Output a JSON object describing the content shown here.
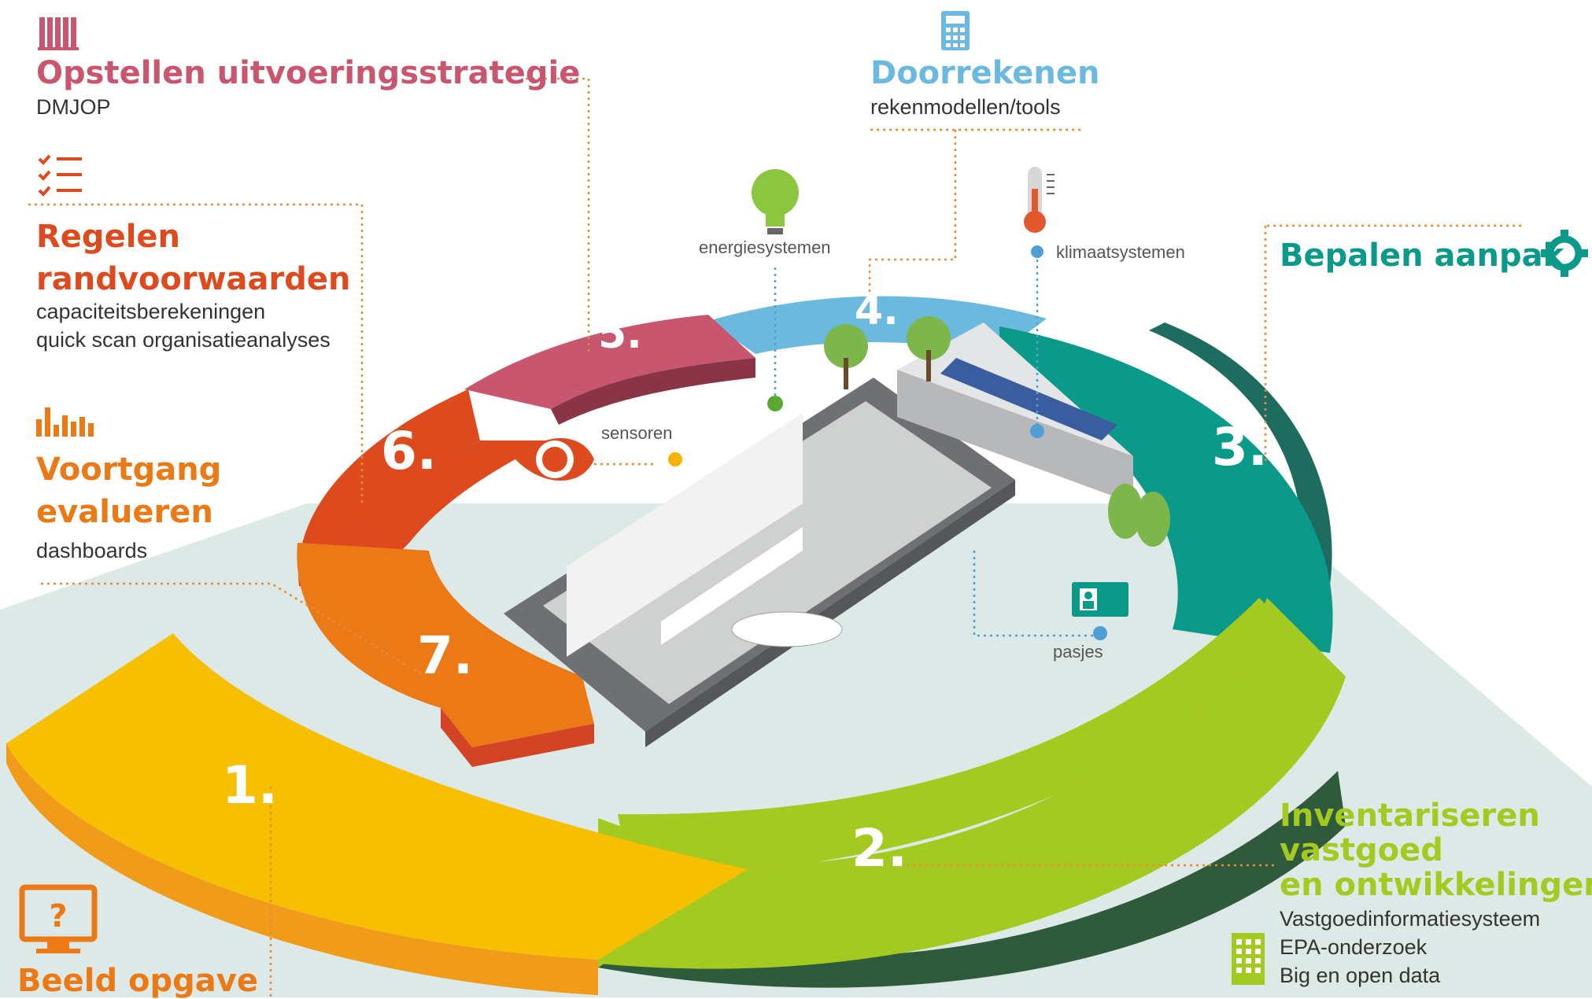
{
  "colors": {
    "pink": "#c7566e",
    "red": "#dc4a1e",
    "orange": "#eb7a16",
    "yellow": "#f6c000",
    "green": "#a4c920",
    "teal": "#0b9a8a",
    "blue": "#6bb9de",
    "dotted_line": "#e98b35",
    "floor": "#dde9e6"
  },
  "steps": [
    {
      "num": "1.",
      "title": "Beeld opgave",
      "subs": [],
      "icon": "monitor-question-icon"
    },
    {
      "num": "2.",
      "title_lines": [
        "Inventariseren",
        "vastgoed",
        "en ontwikkelingen"
      ],
      "subs": [
        "Vastgoedinformatiesysteem",
        "EPA-onderzoek",
        "Big en open data"
      ],
      "icon": "building-icon"
    },
    {
      "num": "3.",
      "title": "Bepalen aanpak",
      "subs": [],
      "icon": "gear-icon"
    },
    {
      "num": "4.",
      "title": "Doorrekenen",
      "subs": [
        "rekenmodellen/tools"
      ],
      "icon": "calculator-icon"
    },
    {
      "num": "5.",
      "title": "Opstellen uitvoeringsstrategie",
      "subs": [
        "DMJOP"
      ],
      "icon": "books-icon"
    },
    {
      "num": "6.",
      "title_lines": [
        "Regelen",
        "randvoorwaarden"
      ],
      "subs": [
        "capaciteitsberekeningen",
        "quick scan organisatieanalyses"
      ],
      "icon": "checklist-icon"
    },
    {
      "num": "7.",
      "title_lines": [
        "Voortgang",
        "evalueren"
      ],
      "subs": [
        "dashboards"
      ],
      "icon": "bar-chart-icon"
    }
  ],
  "systems": {
    "energy": "energiesystemen",
    "climate": "klimaatsystemen",
    "sensors": "sensoren",
    "badges": "pasjes"
  }
}
